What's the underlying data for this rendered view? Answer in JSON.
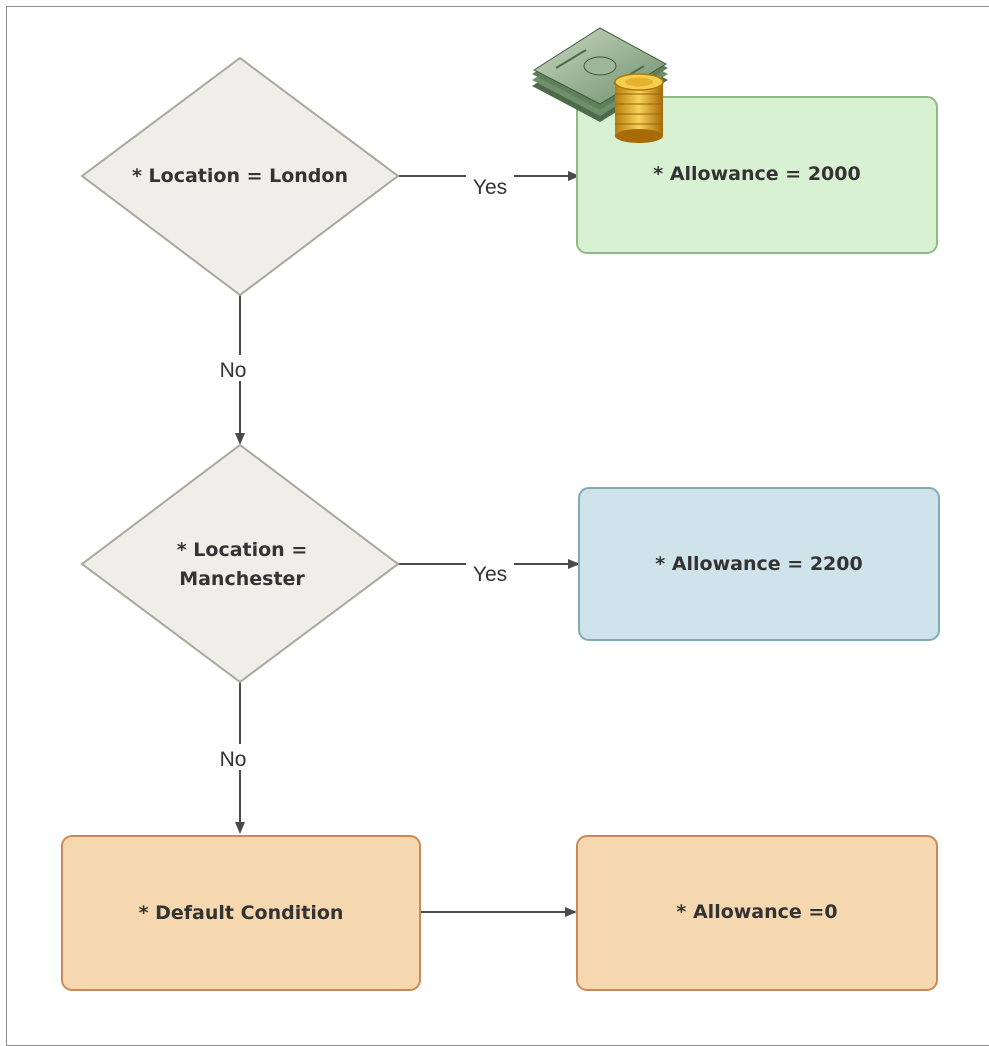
{
  "diagram": {
    "decision_london": {
      "line1": "* Location = London"
    },
    "decision_manchester": {
      "line1": "* Location =",
      "line2": "Manchester"
    },
    "result_london": {
      "label": "* Allowance = 2000"
    },
    "result_manchester": {
      "label": "* Allowance = 2200"
    },
    "default_condition": {
      "label": "* Default Condition"
    },
    "result_default": {
      "label": "* Allowance =0"
    },
    "edges": {
      "london_yes": "Yes",
      "london_no": "No",
      "manchester_yes": "Yes",
      "manchester_no": "No"
    },
    "colors": {
      "decision_fill": "#efeee8",
      "decision_stroke": "#a9a89d",
      "green_fill": "#d8f1d3",
      "green_stroke": "#8fba86",
      "blue_fill": "#cfe4ea",
      "blue_stroke": "#84a9b6",
      "orange_fill": "#f5d8b0",
      "orange_stroke": "#c98a58",
      "connector": "#4a4a4a"
    },
    "icon": "money-cash-coins-icon"
  }
}
